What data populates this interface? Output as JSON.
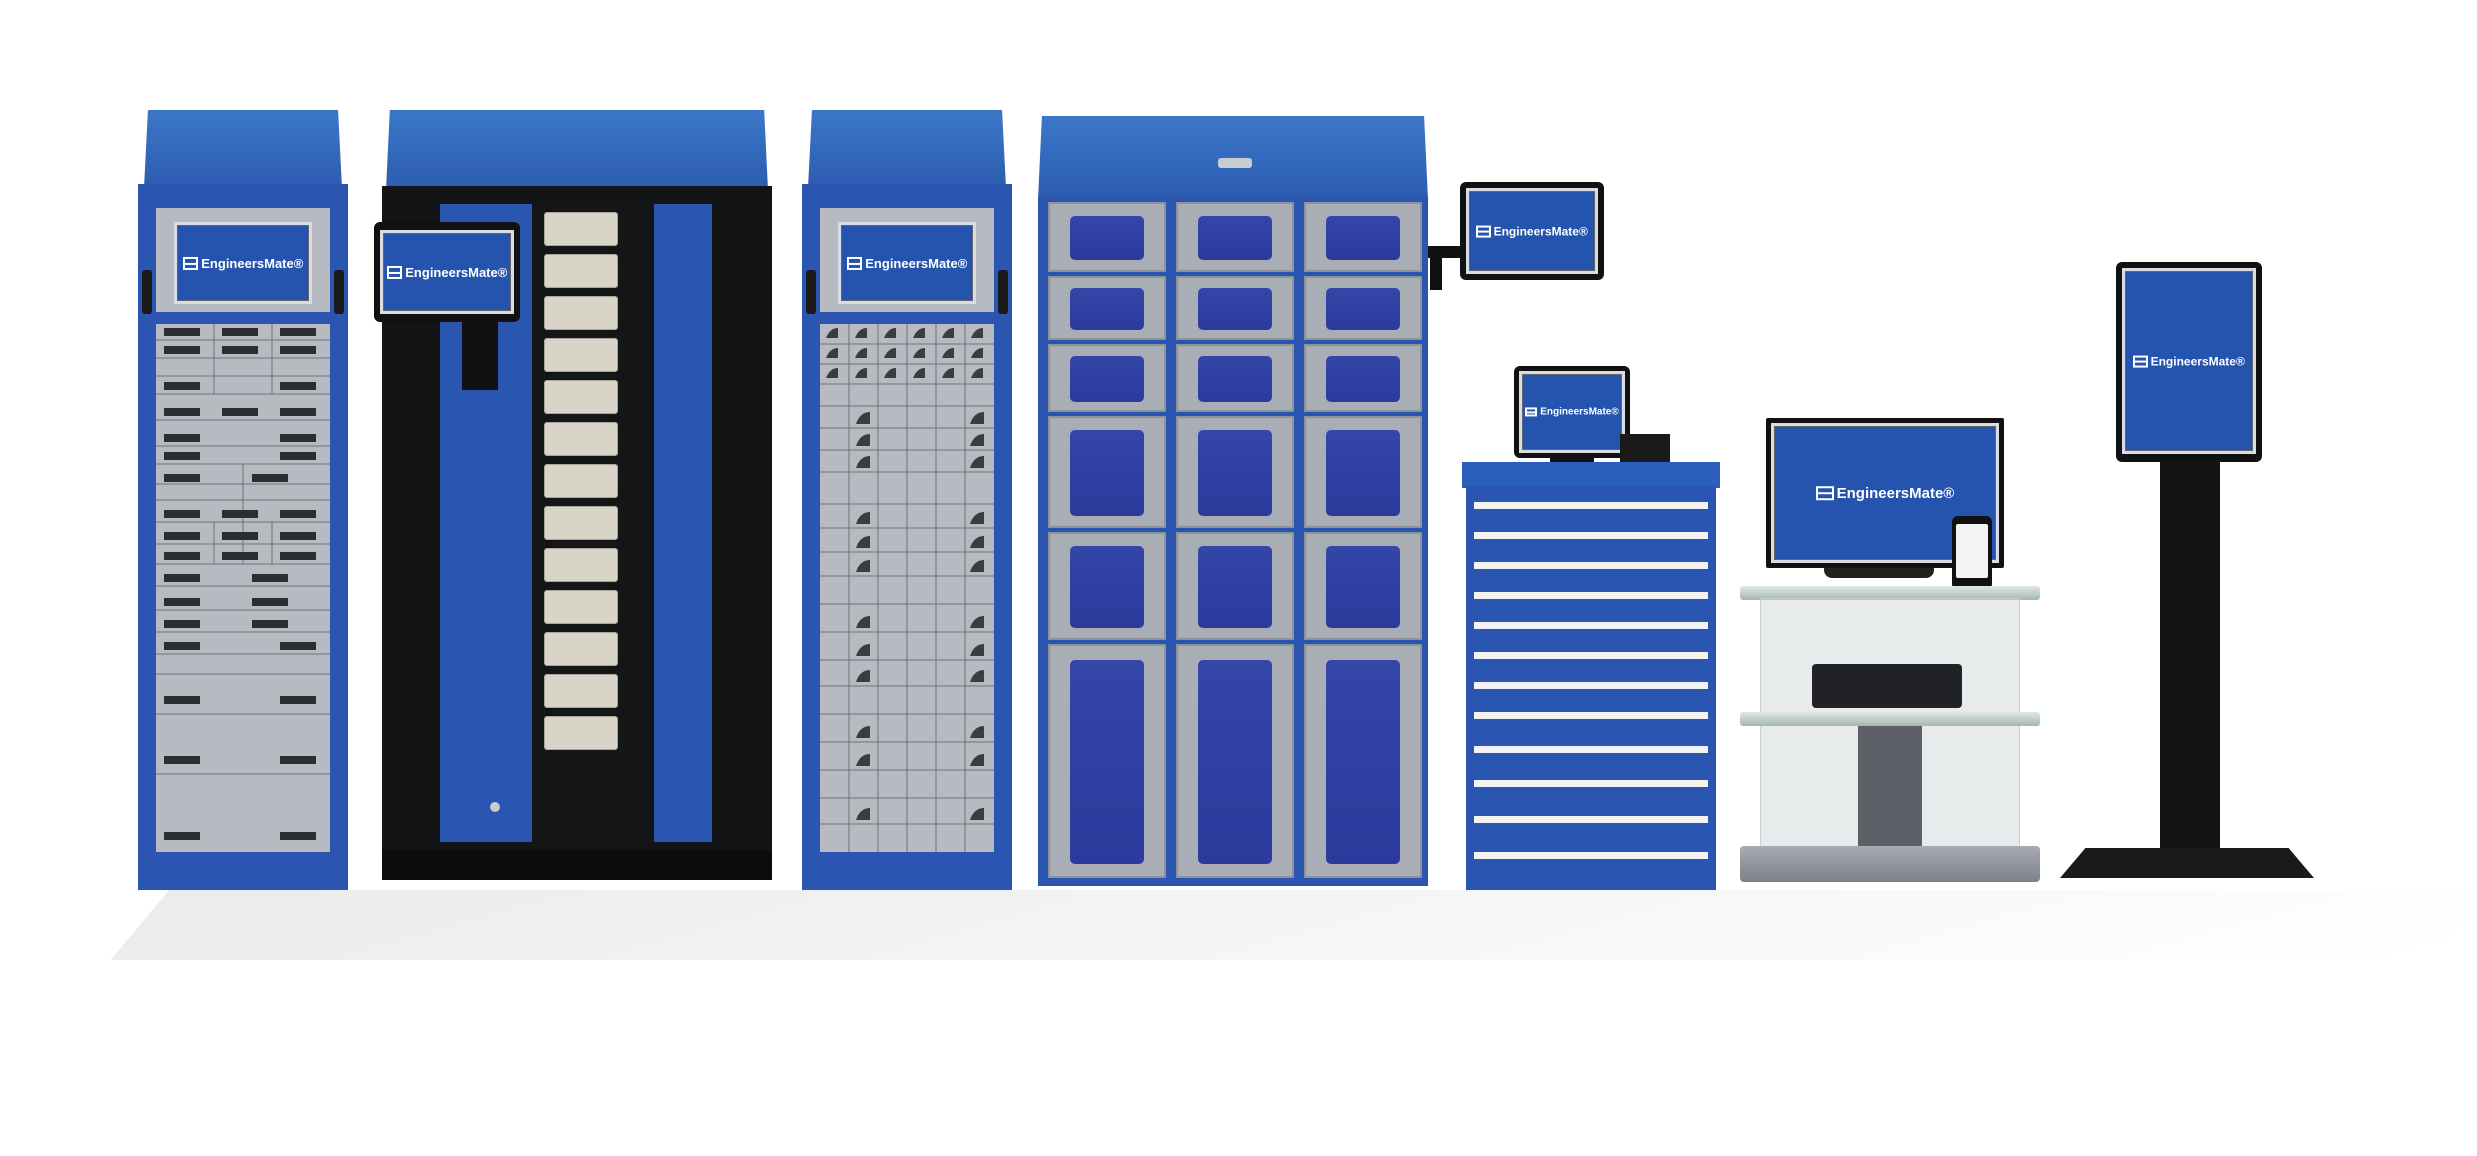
{
  "brand": {
    "logo_text": "EngineersMate",
    "registered_mark": "®",
    "colors": {
      "cabinet_blue": "#2a55b0",
      "screen_blue": "#2454ad",
      "panel_gray": "#b7bac0",
      "frame_black": "#111111"
    }
  },
  "products": [
    {
      "id": "drawer-tower",
      "logo": "EngineersMate®"
    },
    {
      "id": "coil-vending",
      "logo": "EngineersMate®"
    },
    {
      "id": "bin-tower",
      "logo": "EngineersMate®"
    },
    {
      "id": "locker-wall",
      "logo": "EngineersMate®"
    },
    {
      "id": "drawer-cabinet",
      "logo": "EngineersMate®"
    },
    {
      "id": "glass-workstation",
      "logo": "EngineersMate®"
    },
    {
      "id": "kiosk-stand",
      "logo": "EngineersMate®"
    }
  ]
}
